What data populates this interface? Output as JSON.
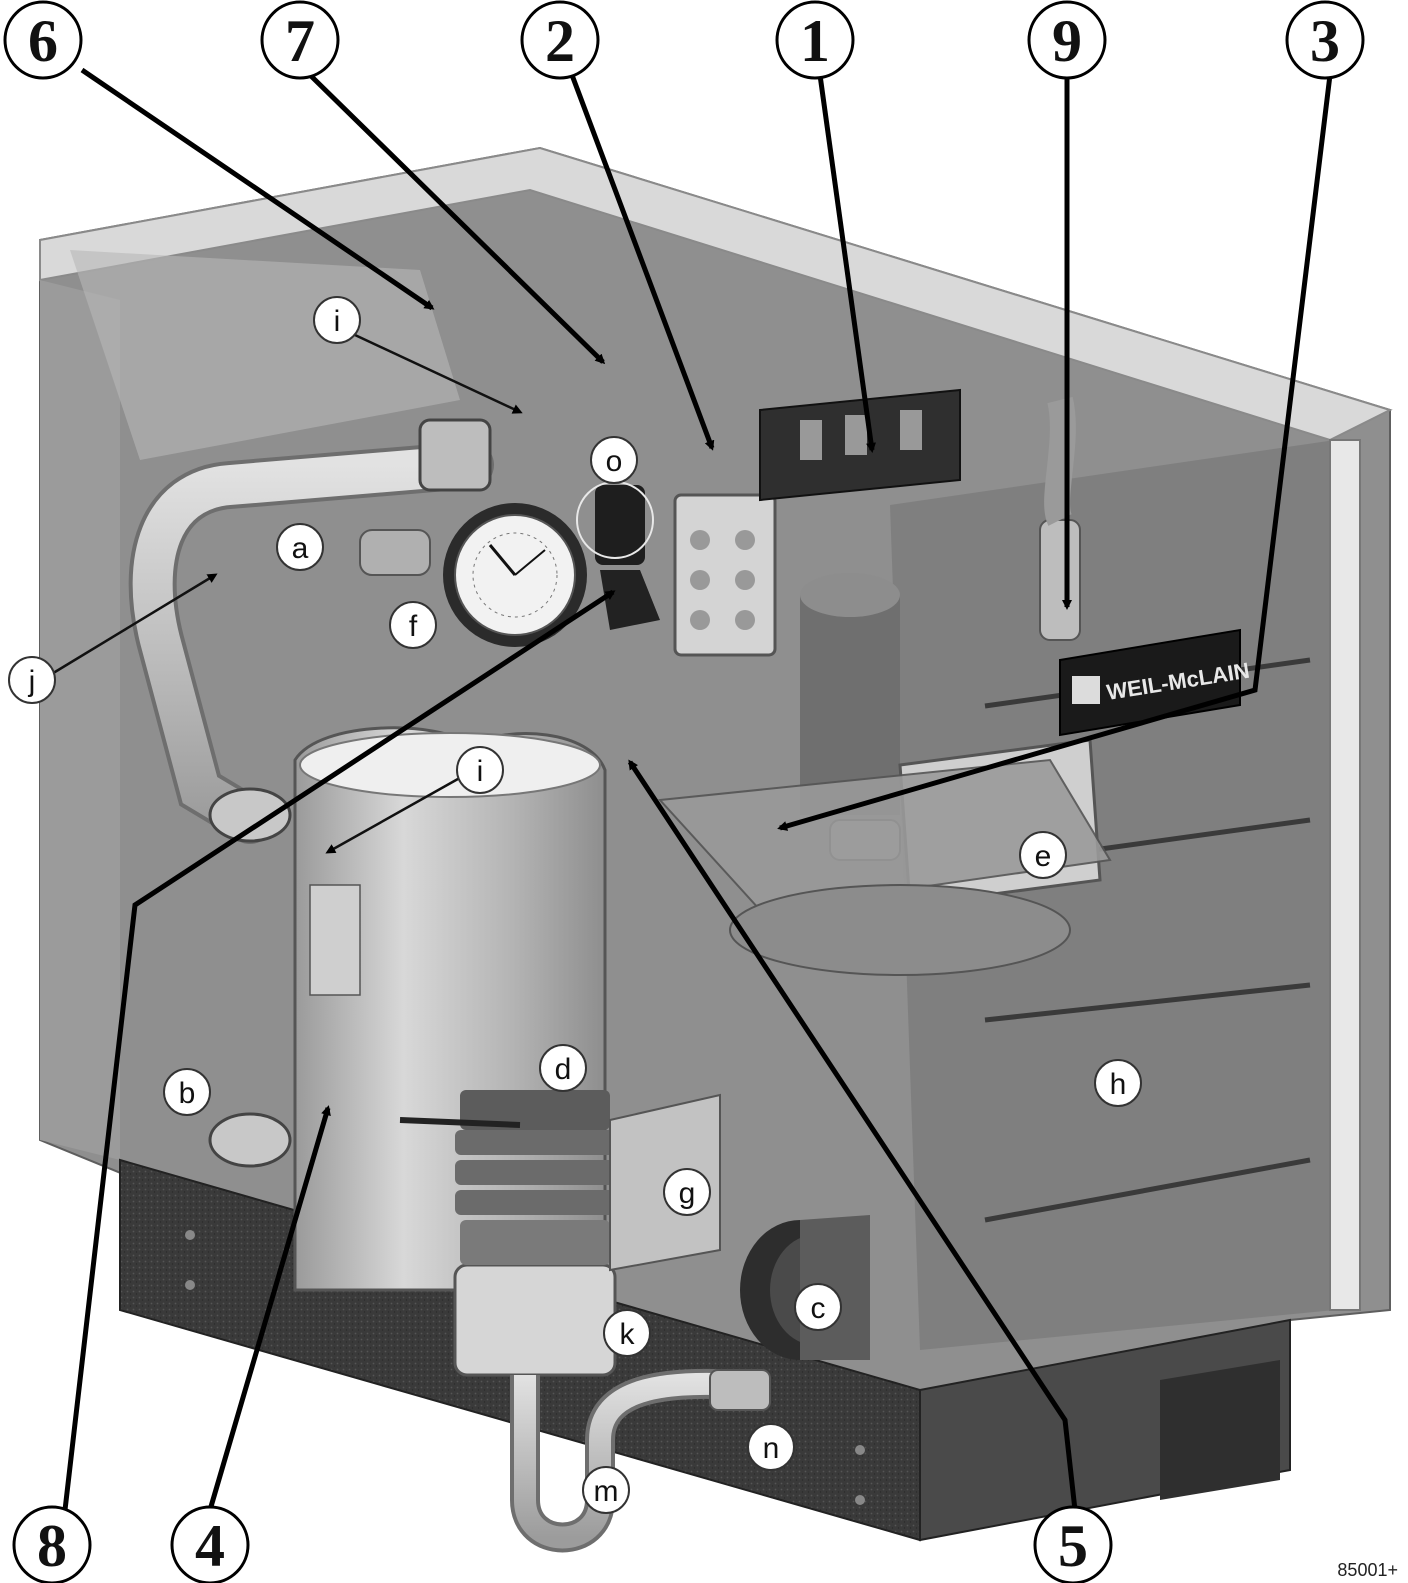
{
  "numbered_callouts": [
    "6",
    "7",
    "2",
    "1",
    "9",
    "3",
    "8",
    "4",
    "5"
  ],
  "lettered_callouts": [
    "i",
    "o",
    "a",
    "f",
    "j",
    "i",
    "e",
    "b",
    "d",
    "h",
    "g",
    "c",
    "k",
    "n",
    "m"
  ],
  "brand_logo": "WEIL-McLAIN",
  "figure_code": "85001+",
  "colors": {
    "background": "#ffffff",
    "cabinet_fill": "#8a8a8a",
    "base_dark": "#3e3e3e",
    "callout_stroke": "#111111"
  }
}
